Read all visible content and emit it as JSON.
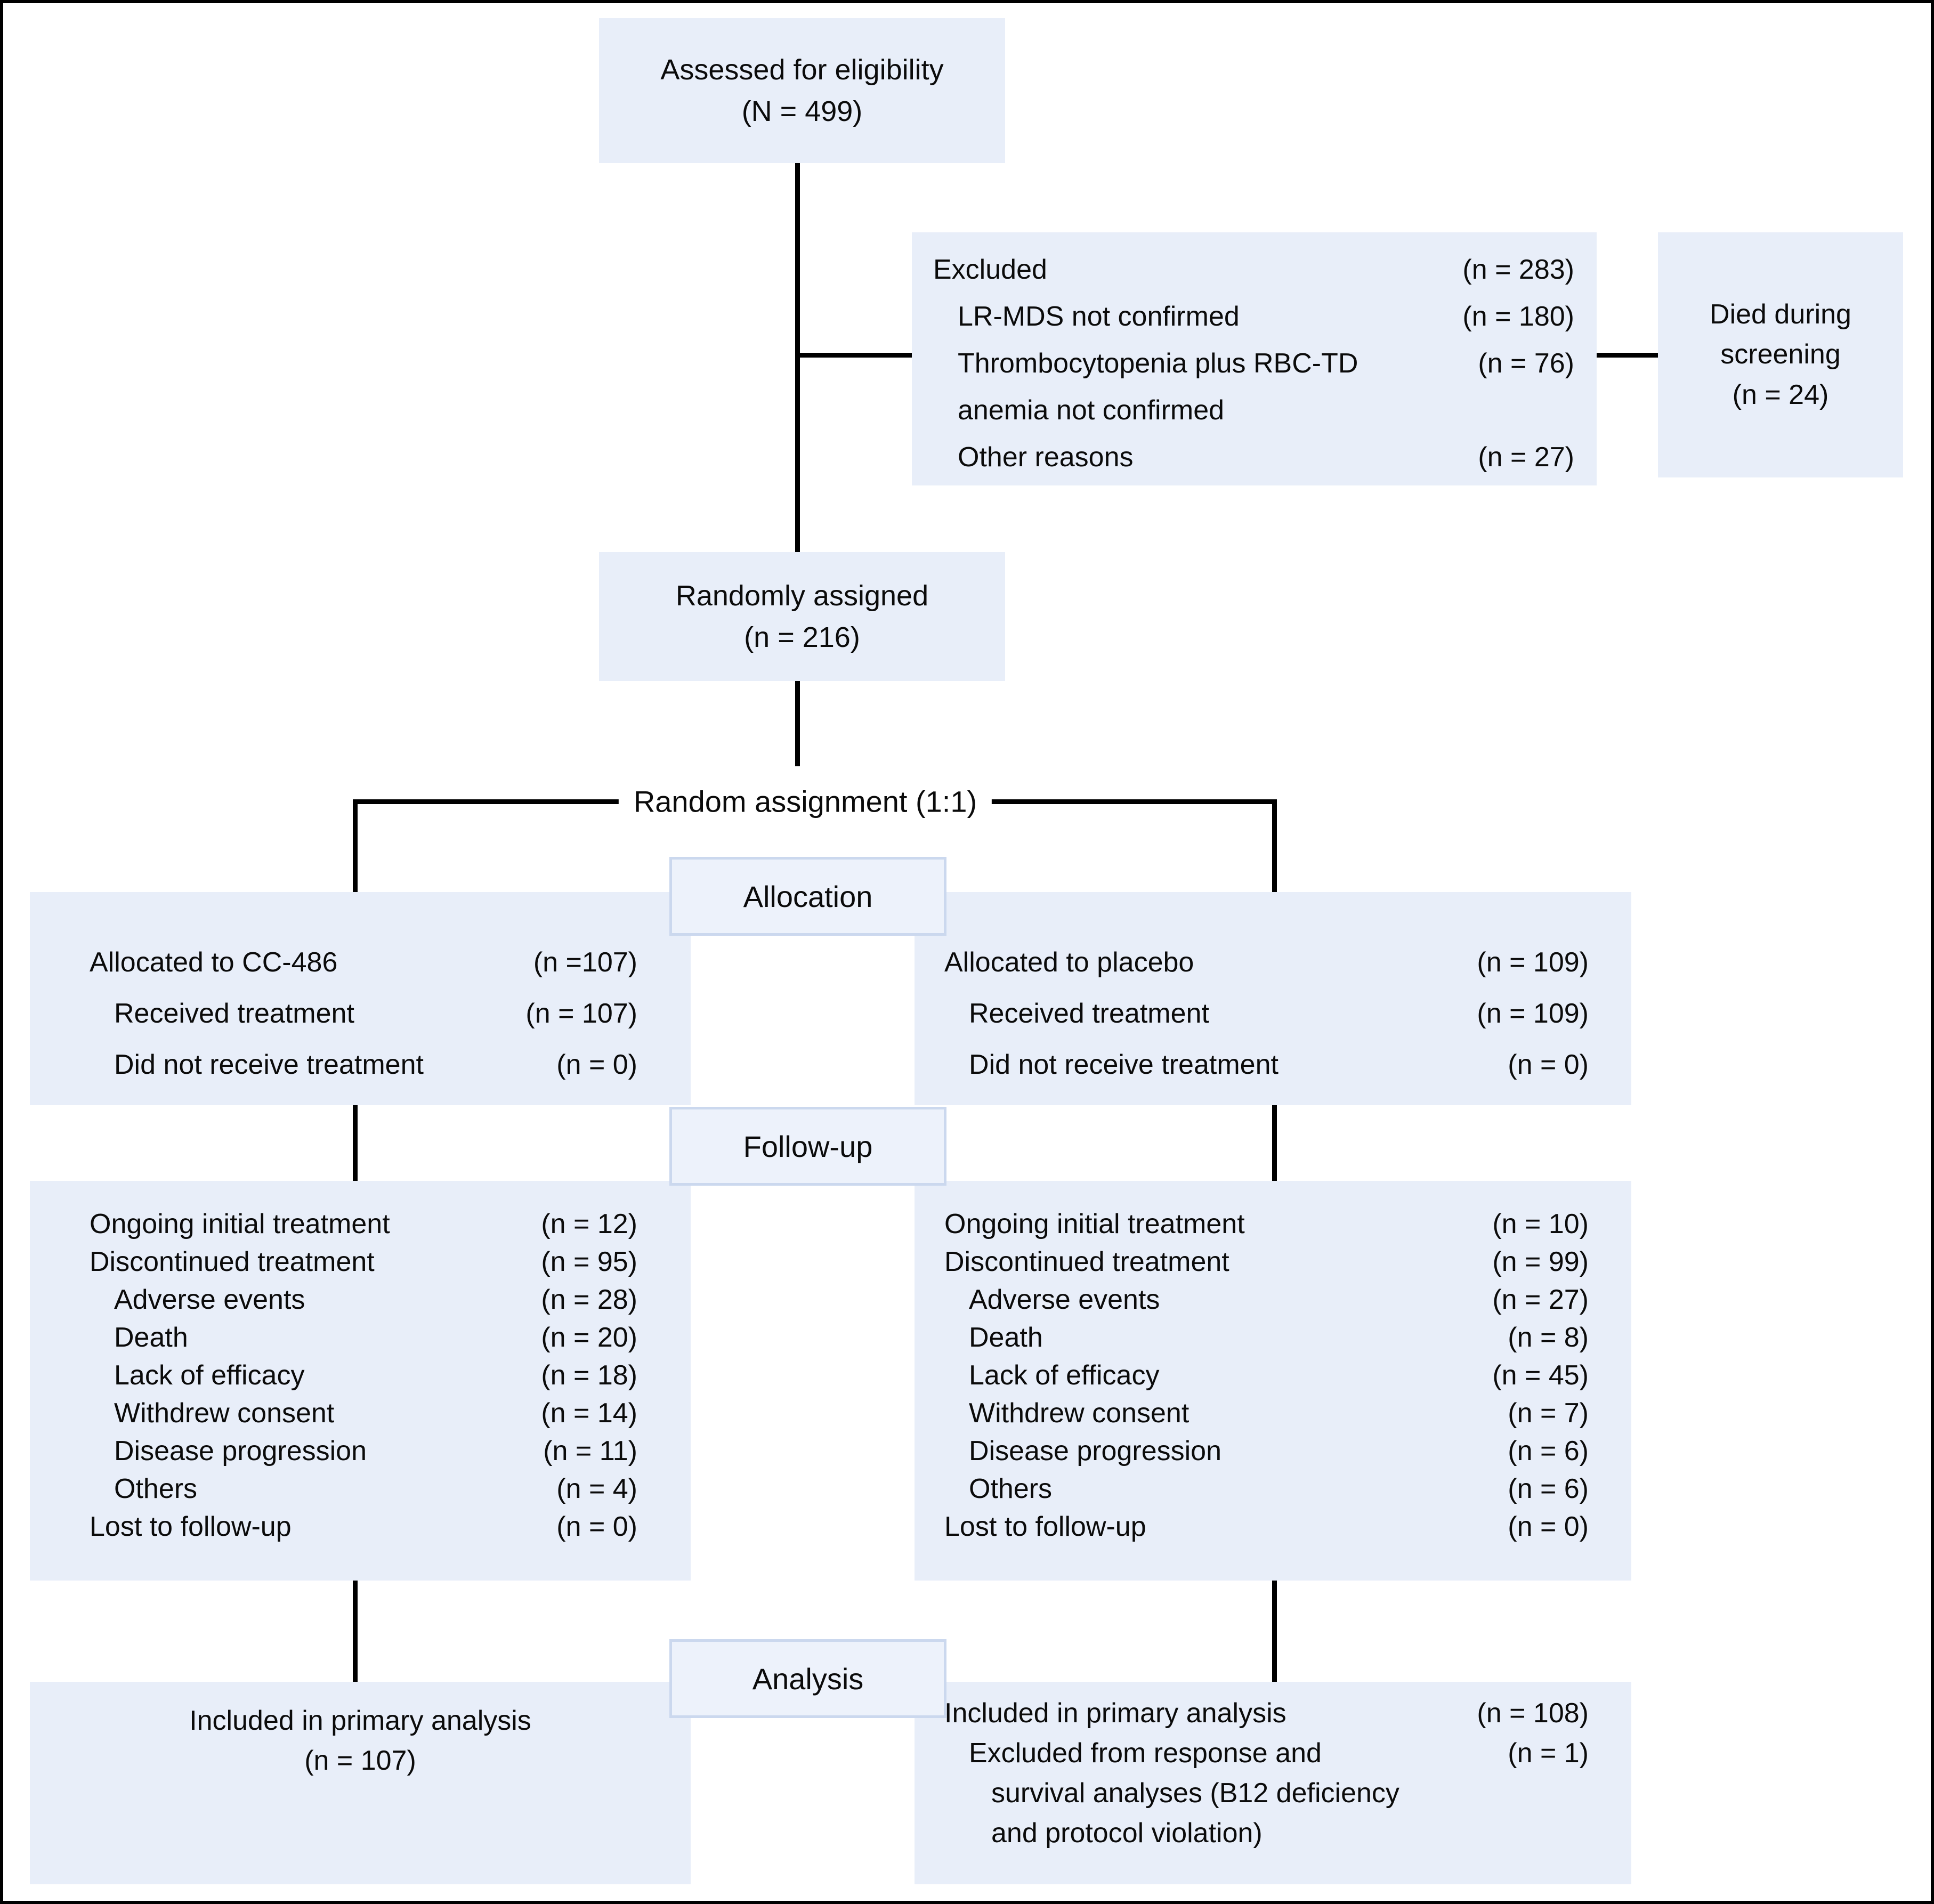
{
  "figure": {
    "kind": "CONSORT participant flow diagram",
    "colors": {
      "box_fill": "#e8eef9",
      "stage_label_fill": "#edf2fb",
      "stage_label_border": "#cbd8ee",
      "connector": "#000000",
      "text": "#0b0b0b",
      "background": "#ffffff"
    }
  },
  "boxes": {
    "assessed": {
      "line1": "Assessed for eligibility",
      "line2": "(N = 499)"
    },
    "excluded": {
      "rows": [
        {
          "label": "Excluded",
          "value": "(n = 283)",
          "indent": 0
        },
        {
          "label": "LR-MDS not confirmed",
          "value": "(n = 180)",
          "indent": 1
        },
        {
          "label": "Thrombocytopenia plus RBC-TD",
          "value": "(n = 76)",
          "indent": 1
        },
        {
          "label": "anemia not confirmed",
          "value": "",
          "indent": 1
        },
        {
          "label": "Other reasons",
          "value": "(n = 27)",
          "indent": 1
        }
      ]
    },
    "died": {
      "line1": "Died during screening",
      "line2": "(n = 24)"
    },
    "randomized": {
      "line1": "Randomly assigned",
      "line2": "(n = 216)"
    },
    "randomAssignment": "Random assignment (1:1)",
    "stageLabels": {
      "allocation": "Allocation",
      "followup": "Follow-up",
      "analysis": "Analysis"
    },
    "allocLeft": {
      "rows": [
        {
          "label": "Allocated to CC-486",
          "value": "(n =107)",
          "indent": 0
        },
        {
          "label": "Received treatment",
          "value": "(n = 107)",
          "indent": 1
        },
        {
          "label": "Did not receive treatment",
          "value": "(n = 0)",
          "indent": 1
        }
      ]
    },
    "allocRight": {
      "rows": [
        {
          "label": "Allocated to placebo",
          "value": "(n = 109)",
          "indent": 0
        },
        {
          "label": "Received treatment",
          "value": "(n = 109)",
          "indent": 1
        },
        {
          "label": "Did not receive treatment",
          "value": "(n = 0)",
          "indent": 1
        }
      ]
    },
    "fuLeft": {
      "rows": [
        {
          "label": "Ongoing initial treatment",
          "value": "(n = 12)",
          "indent": 0
        },
        {
          "label": "Discontinued treatment",
          "value": "(n = 95)",
          "indent": 0
        },
        {
          "label": "Adverse events",
          "value": "(n = 28)",
          "indent": 1
        },
        {
          "label": "Death",
          "value": "(n = 20)",
          "indent": 1
        },
        {
          "label": "Lack of efficacy",
          "value": "(n = 18)",
          "indent": 1
        },
        {
          "label": "Withdrew consent",
          "value": "(n = 14)",
          "indent": 1
        },
        {
          "label": "Disease progression",
          "value": "(n = 11)",
          "indent": 1
        },
        {
          "label": "Others",
          "value": "(n = 4)",
          "indent": 1
        },
        {
          "label": "Lost to follow-up",
          "value": "(n = 0)",
          "indent": 0
        }
      ]
    },
    "fuRight": {
      "rows": [
        {
          "label": "Ongoing initial treatment",
          "value": "(n = 10)",
          "indent": 0
        },
        {
          "label": "Discontinued treatment",
          "value": "(n = 99)",
          "indent": 0
        },
        {
          "label": "Adverse events",
          "value": "(n = 27)",
          "indent": 1
        },
        {
          "label": "Death",
          "value": "(n = 8)",
          "indent": 1
        },
        {
          "label": "Lack of efficacy",
          "value": "(n = 45)",
          "indent": 1
        },
        {
          "label": "Withdrew consent",
          "value": "(n = 7)",
          "indent": 1
        },
        {
          "label": "Disease progression",
          "value": "(n = 6)",
          "indent": 1
        },
        {
          "label": "Others",
          "value": "(n = 6)",
          "indent": 1
        },
        {
          "label": "Lost to follow-up",
          "value": "(n = 0)",
          "indent": 0
        }
      ]
    },
    "anLeft": {
      "line1": "Included in primary analysis",
      "line2": "(n = 107)"
    },
    "anRight": {
      "rows": [
        {
          "label": "Included in primary analysis",
          "value": "(n = 108)",
          "indent": 0
        },
        {
          "label": "Excluded from response and",
          "value": "(n = 1)",
          "indent": 1
        },
        {
          "label": "survival analyses (B12 deficiency",
          "value": "",
          "indent": 2
        },
        {
          "label": "and protocol violation)",
          "value": "",
          "indent": 2
        }
      ]
    }
  }
}
